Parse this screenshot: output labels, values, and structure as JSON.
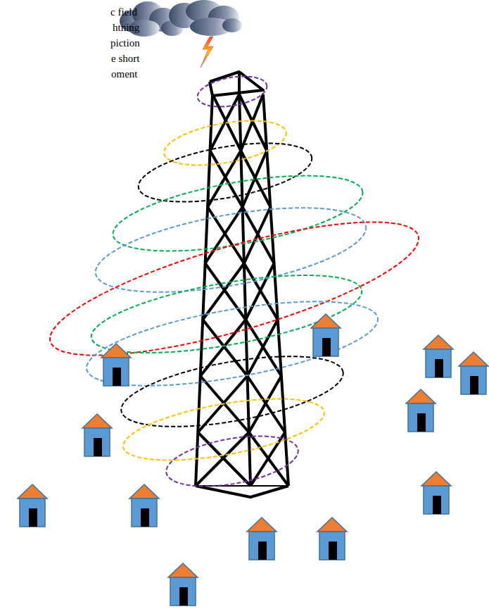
{
  "diagram": {
    "labels": [
      "c field",
      "htning",
      "piction",
      "e short",
      "oment"
    ]
  }
}
